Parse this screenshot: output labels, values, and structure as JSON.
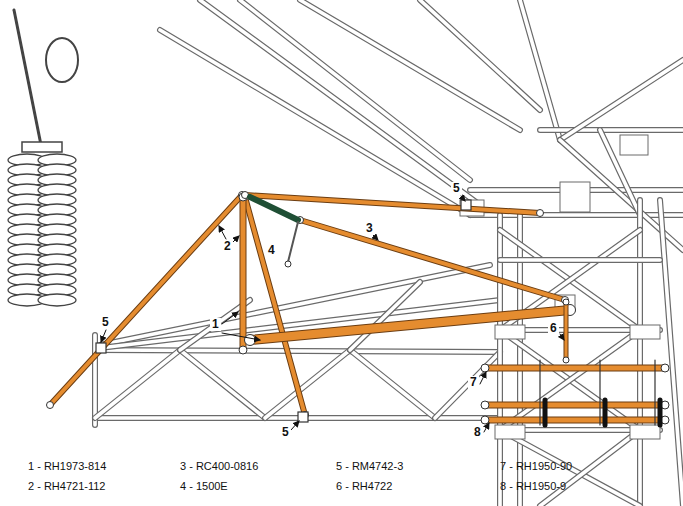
{
  "diagram": {
    "labels": [
      "1",
      "2",
      "3",
      "4",
      "5",
      "5",
      "5",
      "6",
      "7",
      "8",
      "1 - RH1973-814",
      "2 - RH4721-112",
      "3 - RC400-0816",
      "4 - 1500E",
      "5 - RM4742-3",
      "6 - RH4722",
      "7 - RH1950-90",
      "8 - RH1950-9"
    ]
  }
}
